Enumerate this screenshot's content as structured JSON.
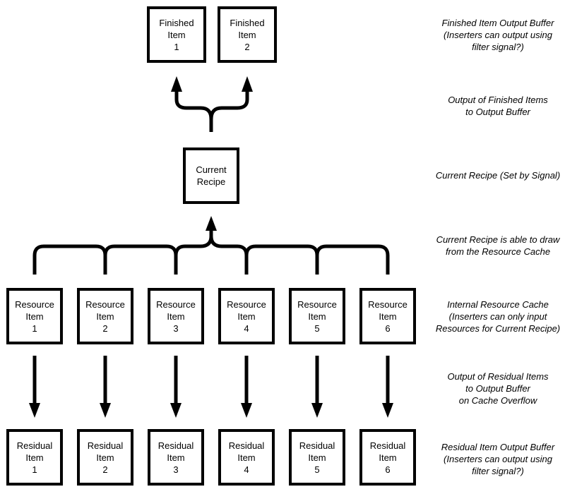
{
  "colors": {
    "background": "#ffffff",
    "line": "#000000",
    "text": "#000000"
  },
  "boxes": {
    "finished": [
      {
        "label": "Finished\nItem\n1"
      },
      {
        "label": "Finished\nItem\n2"
      }
    ],
    "current_recipe": {
      "label": "Current\nRecipe"
    },
    "resource": [
      {
        "label": "Resource\nItem\n1"
      },
      {
        "label": "Resource\nItem\n2"
      },
      {
        "label": "Resource\nItem\n3"
      },
      {
        "label": "Resource\nItem\n4"
      },
      {
        "label": "Resource\nItem\n5"
      },
      {
        "label": "Resource\nItem\n6"
      }
    ],
    "residual": [
      {
        "label": "Residual\nItem\n1"
      },
      {
        "label": "Residual\nItem\n2"
      },
      {
        "label": "Residual\nItem\n3"
      },
      {
        "label": "Residual\nItem\n4"
      },
      {
        "label": "Residual\nItem\n5"
      },
      {
        "label": "Residual\nItem\n6"
      }
    ]
  },
  "annotations": [
    {
      "text": "Finished Item Output Buffer\n(Inserters can output using\nfilter signal?)"
    },
    {
      "text": "Output of Finished Items\nto Output Buffer"
    },
    {
      "text": "Current Recipe (Set by Signal)"
    },
    {
      "text": "Current Recipe is able to draw\nfrom the Resource Cache"
    },
    {
      "text": "Internal Resource Cache\n(Inserters can only input\nResources for Current Recipe)"
    },
    {
      "text": "Output of Residual Items\nto Output Buffer\non Cache Overflow"
    },
    {
      "text": "Residual Item Output Buffer\n(Inserters can output using\nfilter signal?)"
    }
  ]
}
